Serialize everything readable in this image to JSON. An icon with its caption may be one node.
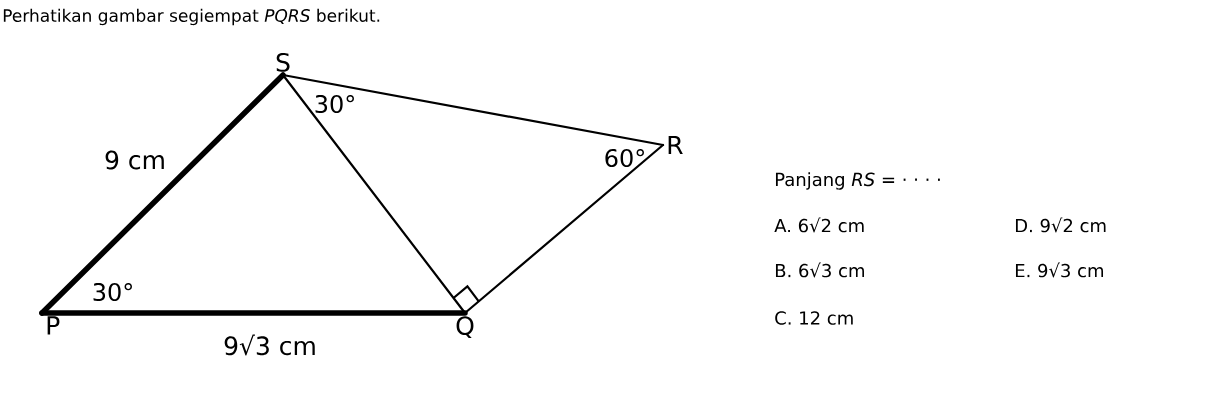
{
  "diagram": {
    "title": "Perhatikan gambar segiempat *PQRS* berikut.",
    "nodes": [
      {
        "text": [
          "S"
        ]
      },
      {
        "text": [
          "R"
        ]
      },
      {
        "text": [
          "P"
        ]
      },
      {
        "text": [
          "Q"
        ]
      }
    ],
    "edges": [
      {
        "from": 0,
        "to": 1,
        "arrow": "none"
      },
      {
        "from": 2,
        "to": 0,
        "arrow": "none",
        "label": "9 cm",
        "style": "thick"
      },
      {
        "from": 0,
        "to": 3,
        "arrow": "none"
      },
      {
        "from": 3,
        "to": 1,
        "arrow": "none"
      },
      {
        "from": 2,
        "to": 3,
        "arrow": "none",
        "label": "9√3 cm",
        "style": "thick"
      }
    ],
    "labels": [
      "30°",
      "60°",
      "30°",
      "Panjang *RS* = · · · ·",
      "A. 6√2 cm",
      "D. 9√2 cm",
      "B. 6√3 cm",
      "E. 9√3 cm",
      "C. 12 cm"
    ]
  }
}
